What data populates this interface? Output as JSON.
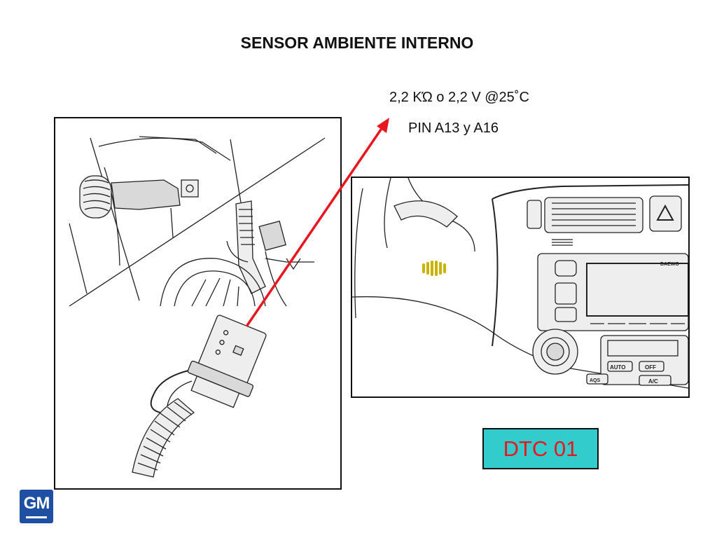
{
  "title": "SENSOR AMBIENTE INTERNO",
  "specs": {
    "resistance": "2,2 KΏ o 2,2 V @25˚C",
    "pins": "PIN A13 y A16"
  },
  "dashboard_labels": {
    "brand": "DAEWO",
    "auto": "AUTO",
    "off": "OFF",
    "aqs": "AQS",
    "ac": "A/C"
  },
  "dtc": {
    "label": "DTC 01"
  },
  "logo": {
    "text": "GM"
  },
  "colors": {
    "arrow": "#e8161f",
    "dtc_background": "#33cccc",
    "dtc_text": "#e8161f",
    "logo_blue": "#1f4fa3",
    "sensor_grille": "#c8b400"
  }
}
